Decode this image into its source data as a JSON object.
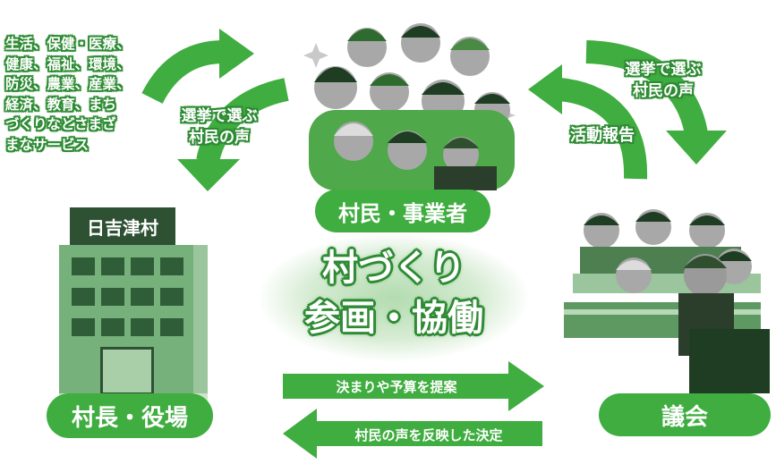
{
  "labels": {
    "services": "生活、保健・医療、健康、福祉、環境、防災、農業、産業、経済、教育、まちづくりなどさまざまなサービス",
    "services_lines": [
      "生活、保健・医療、",
      "健康、福祉、環境、",
      "防災、農業、産業、",
      "経済、教育、まち",
      "づくりなどさまざ",
      "まなサービス"
    ],
    "vote_left_1": "選挙で選ぶ",
    "vote_left_2": "村民の声",
    "vote_right_1": "選挙で選ぶ",
    "vote_right_2": "村民の声",
    "activity_report": "活動報告",
    "center_1": "村づくり",
    "center_2": "参画・協働",
    "proposal": "決まりや予算を提案",
    "decision": "村民の声を反映した決定"
  },
  "nodes": {
    "villagers": "村民・事業者",
    "office": "村長・役場",
    "council": "議会",
    "building_sign": "日吉津村"
  },
  "colors": {
    "green": "#3fad3f",
    "dark_green": "#2e8b34"
  }
}
